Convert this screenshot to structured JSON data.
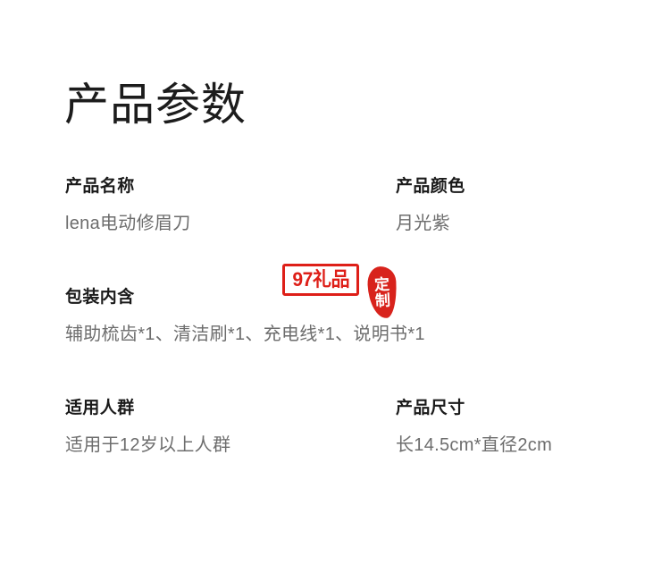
{
  "page": {
    "title": "产品参数",
    "background_color": "#ffffff"
  },
  "specs": {
    "rows": [
      {
        "left": {
          "label": "产品名称",
          "value": "lena电动修眉刀"
        },
        "right": {
          "label": "产品颜色",
          "value": "月光紫"
        }
      },
      {
        "wide": {
          "label": "包装内含",
          "value": "辅助梳齿*1、清洁刷*1、充电线*1、说明书*1"
        }
      },
      {
        "left": {
          "label": "适用人群",
          "value": "适用于12岁以上人群"
        },
        "right": {
          "label": "产品尺寸",
          "value": "长14.5cm*直径2cm"
        }
      }
    ]
  },
  "watermark": {
    "box_text": "97礼品",
    "seal_char_1": "定",
    "seal_char_2": "制",
    "color": "#de1f18",
    "seal_color": "#d8231c"
  }
}
